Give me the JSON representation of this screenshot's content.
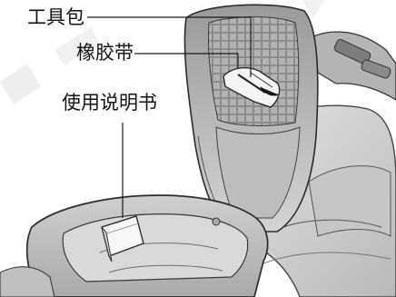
{
  "labels": {
    "tool_kit": "工具包",
    "rubber_band": "橡胶带",
    "owners_manual": "使用说明书"
  }
}
